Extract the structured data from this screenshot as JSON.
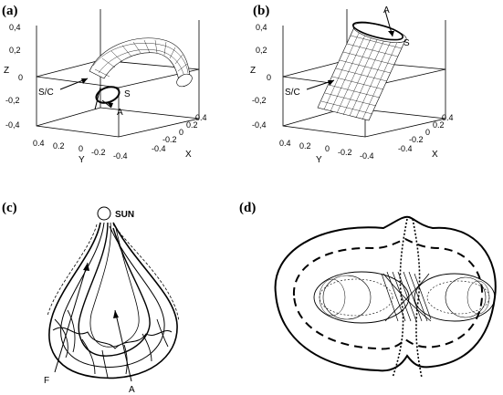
{
  "panels": {
    "a": {
      "label": "(a)",
      "z_ticks": [
        "0,4",
        "0,2",
        "0",
        "-0,2",
        "-0,4"
      ],
      "y_ticks": [
        "0.4",
        "0.2",
        "0",
        "-0.2",
        "-0.4"
      ],
      "x_ticks": [
        "-0.4",
        "-0.2",
        "0",
        "0.2",
        "0.4"
      ],
      "z_label": "Z",
      "y_label": "Y",
      "x_label": "X",
      "sc_label": "S/C",
      "s_label": "S",
      "a_label": "A"
    },
    "b": {
      "label": "(b)",
      "z_ticks": [
        "0,4",
        "0,2",
        "0",
        "-0,2",
        "-0,4"
      ],
      "y_ticks": [
        "0.4",
        "0.2",
        "0",
        "-0.2",
        "-0.4"
      ],
      "x_ticks": [
        "-0.4",
        "-0.2",
        "0",
        "0.2",
        "0.4"
      ],
      "z_label": "Z",
      "y_label": "Y",
      "x_label": "X",
      "sc_label": "S/C",
      "s_label": "S",
      "a_label": "A"
    },
    "c": {
      "label": "(c)",
      "sun_label": "SUN",
      "f_label": "F",
      "a_label": "A"
    },
    "d": {
      "label": "(d)"
    }
  },
  "colors": {
    "ink": "#000000",
    "background": "#ffffff"
  }
}
